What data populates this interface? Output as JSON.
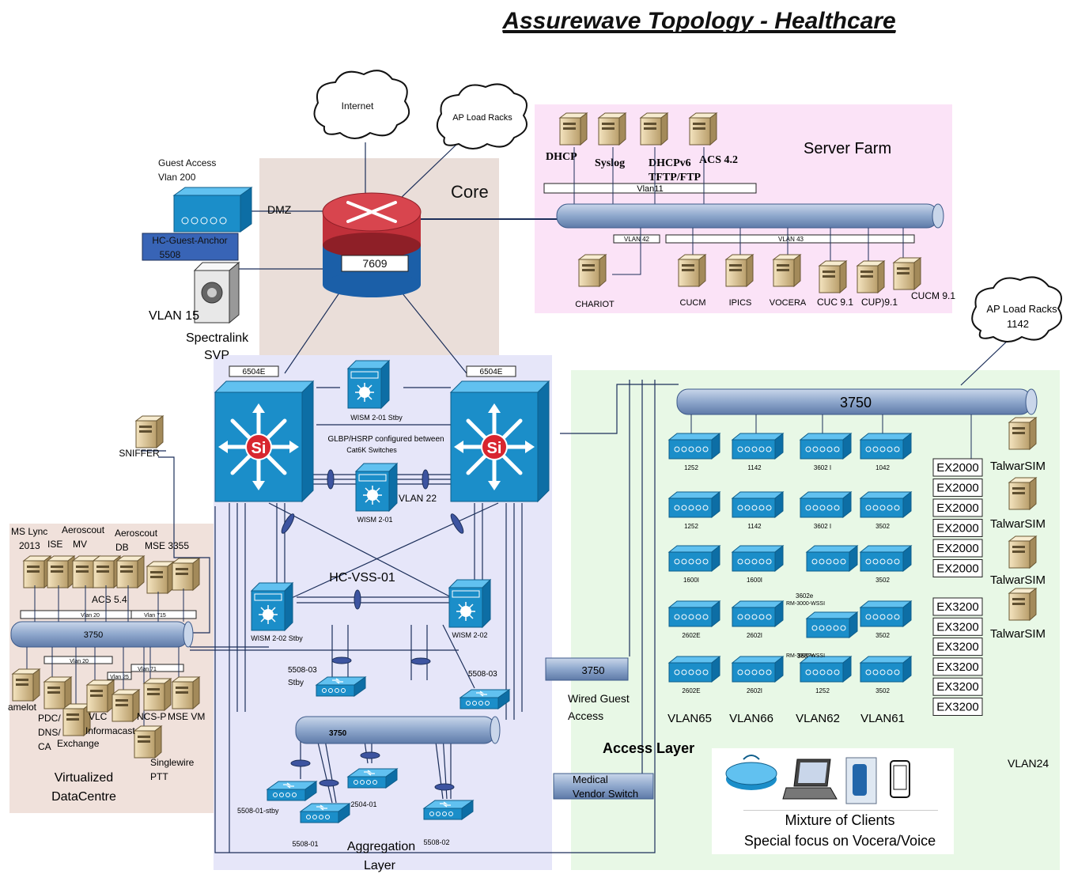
{
  "title": "Assurewave Topology - Healthcare",
  "zones": {
    "core": "Core",
    "server_farm": "Server Farm",
    "access_layer": "Access Layer",
    "aggregation_layer_1": "Aggregation",
    "aggregation_layer_2": "Layer",
    "virtualized_dc_1": "Virtualized",
    "virtualized_dc_2": "DataCentre",
    "vlan24": "VLAN24"
  },
  "clouds": {
    "internet": "Internet",
    "ap_load_racks": "AP Load Racks",
    "ap_load_racks_1142_1": "AP Load Racks",
    "ap_load_racks_1142_2": "1142"
  },
  "core_router": {
    "label": "7609"
  },
  "dmz": {
    "guest_access_1": "Guest Access",
    "guest_access_2": "Vlan 200",
    "dmz_label": "DMZ",
    "anchor_1": "HC-Guest-Anchor",
    "anchor_2": "5508",
    "vlan15": "VLAN 15",
    "spectralink_1": "Spectralink",
    "spectralink_2": "SVP"
  },
  "server_farm": {
    "dhcp": "DHCP",
    "syslog": "Syslog",
    "dhcpv6": "DHCPv6",
    "tftp": "TFTP/FTP",
    "acs42": "ACS 4.2",
    "vlan11": "Vlan11",
    "vlan42": "VLAN 42",
    "vlan43": "VLAN 43",
    "chariot": "CHARIOT",
    "cucm": "CUCM",
    "ipics": "IPICS",
    "vocera": "VOCERA",
    "cuc91": "CUC 9.1",
    "cup91": "CUP)9.1",
    "cucm91": "CUCM 9.1"
  },
  "aggregation": {
    "sw_left": "6504E",
    "sw_right": "6504E",
    "wism_201": "WISM 2-01 Stby",
    "glbp_1": "GLBP/HSRP  configured  between",
    "glbp_2": "Cat6K Switches",
    "vlan22": "VLAN 22",
    "wism_201b": "WISM 2-01",
    "hc_vss": "HC-VSS-01",
    "wism_202_stby": "WISM 2-02 Stby",
    "wism_202": "WISM 2-02",
    "s5508_03_stby_1": "5508-03",
    "s5508_03_stby_2": "Stby",
    "s5508_03": "5508-03",
    "agg3750": "3750",
    "s5508_01_stby": "5508-01-stby",
    "s5508_01": "5508-01",
    "s2504_01": "2504-01",
    "s5508_02": "5508-02",
    "sniffer": "SNIFFER"
  },
  "datacentre": {
    "ms_lync_1": "MS Lync",
    "ms_lync_2": "2013",
    "ise": "ISE",
    "aeroscout_mv_1": "Aeroscout",
    "aeroscout_mv_2": "MV",
    "aeroscout_db_1": "Aeroscout",
    "aeroscout_db_2": "DB",
    "mse3355": "MSE 3355",
    "acs54": "ACS 5.4",
    "vlan20a": "Vlan 20",
    "vlan715": "Vlan 715",
    "sw3750": "3750",
    "vlan20b": "Vlan 20",
    "vlan25": "Vlan 25",
    "vlan71": "Vlan 71",
    "camelot": "amelot",
    "pdc_1": "PDC/",
    "pdc_2": "DNS/",
    "pdc_3": "CA",
    "exchange": "Exchange",
    "vlc": "VLC",
    "informacast": "Informacast",
    "ncsp": "NCS-P",
    "msevm": "MSE VM",
    "singlewire_1": "Singlewire",
    "singlewire_2": "PTT"
  },
  "access": {
    "sw3750": "3750",
    "ap_rows": [
      [
        "1252",
        "1142",
        "3602 I",
        "1042"
      ],
      [
        "1252",
        "1142",
        "3602 I",
        "3502"
      ],
      [
        "1600I",
        "1600I",
        "3602e",
        "3502"
      ],
      [
        "2602E",
        "2602I",
        "3602e",
        "3502"
      ],
      [
        "2602E",
        "2602I",
        "1252",
        "3502"
      ]
    ],
    "rm_3000_1": "RM-3000-WSSI",
    "rm_3000_2": "RM-3000-WSSI",
    "vlans": [
      "VLAN65",
      "VLAN66",
      "VLAN62",
      "VLAN61"
    ],
    "ex2000": [
      "EX2000",
      "EX2000",
      "EX2000",
      "EX2000",
      "EX2000",
      "EX2000"
    ],
    "ex3200": [
      "EX3200",
      "EX3200",
      "EX3200",
      "EX3200",
      "EX3200",
      "EX3200"
    ],
    "talwarsim": [
      "TalwarSIM",
      "TalwarSIM",
      "TalwarSIM",
      "TalwarSIM"
    ],
    "wired_3750": "3750",
    "wired_guest_1": "Wired Guest",
    "wired_guest_2": "Access",
    "medical_1": "Medical",
    "medical_2": "Vendor Switch",
    "clients_1": "Mixture of Clients",
    "clients_2": "Special focus on Vocera/Voice"
  },
  "colors": {
    "core_bg": "#eaded9",
    "server_bg": "#fbe3f7",
    "agg_bg": "#e6e6f9",
    "access_bg": "#e8f8e6",
    "dc_bg": "#f0e1db",
    "cisco_blue": "#1b8ec9",
    "bus_blue": "#9db4d3"
  }
}
